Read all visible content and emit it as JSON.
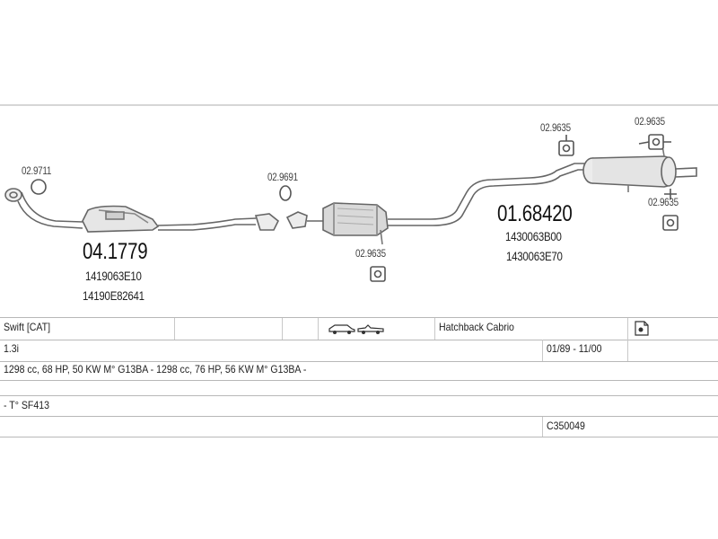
{
  "parts": {
    "clamp_left": "02.9711",
    "front_pipe": "04.1779",
    "front_pipe_oe1": "1419063E10",
    "front_pipe_oe2": "14190E82641",
    "gasket": "02.9691",
    "hanger_mid": "02.9635",
    "rear_silencer": "01.68420",
    "rear_oe1": "1430063B00",
    "rear_oe2": "1430063E70",
    "hanger_top1": "02.9635",
    "hanger_top2": "02.9635",
    "hanger_right": "02.9635"
  },
  "table": {
    "model": "Swift  [CAT]",
    "body_type": "Hatchback Cabrio",
    "engine": "1.3i",
    "period": "01/89 - 11/00",
    "specs": "1298 cc, 68 HP, 50 KW M° G13BA - 1298 cc, 76 HP, 56 KW M° G13BA -",
    "type_code": "- T° SF413",
    "catalog_code": "C350049"
  },
  "icons": {
    "car_icons": "hatchback-and-cabrio-car-icons",
    "info_icon": "document-info-icon"
  }
}
